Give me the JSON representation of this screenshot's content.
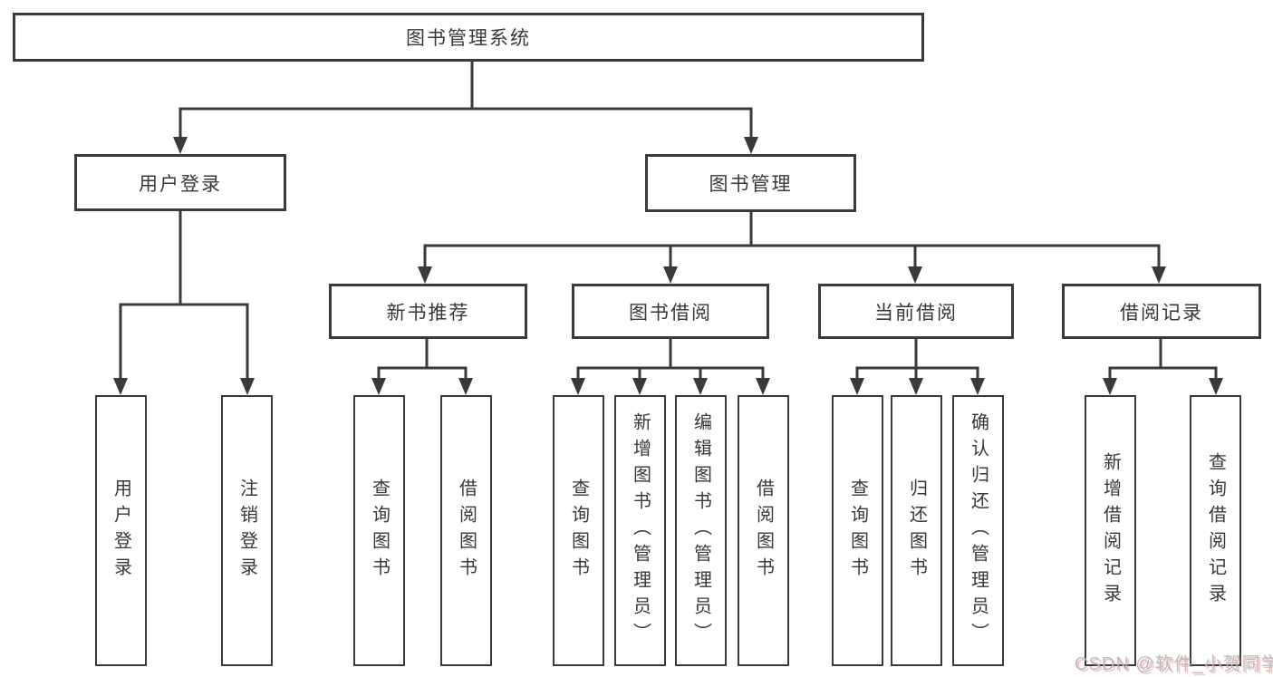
{
  "diagram": {
    "root": {
      "label": "图书管理系统"
    },
    "branches": [
      {
        "label": "用户登录",
        "children": [
          {
            "label": "用户登录"
          },
          {
            "label": "注销登录"
          }
        ]
      },
      {
        "label": "图书管理",
        "children": [
          {
            "label": "新书推荐",
            "children": [
              {
                "label": "查询图书"
              },
              {
                "label": "借阅图书"
              }
            ]
          },
          {
            "label": "图书借阅",
            "children": [
              {
                "label": "查询图书"
              },
              {
                "label": "新增图书（管理员）"
              },
              {
                "label": "编辑图书（管理员）"
              },
              {
                "label": "借阅图书"
              }
            ]
          },
          {
            "label": "当前借阅",
            "children": [
              {
                "label": "查询图书"
              },
              {
                "label": "归还图书"
              },
              {
                "label": "确认归还（管理员）"
              }
            ]
          },
          {
            "label": "借阅记录",
            "children": [
              {
                "label": "新增借阅记录"
              },
              {
                "label": "查询借阅记录"
              }
            ]
          }
        ]
      }
    ],
    "watermark": "CSDN @软件_小贺同学",
    "colors": {
      "line": "#3a3a3d",
      "text": "#38383a",
      "watermark_gray": "#b6babe",
      "watermark_red": "#e96056"
    }
  }
}
